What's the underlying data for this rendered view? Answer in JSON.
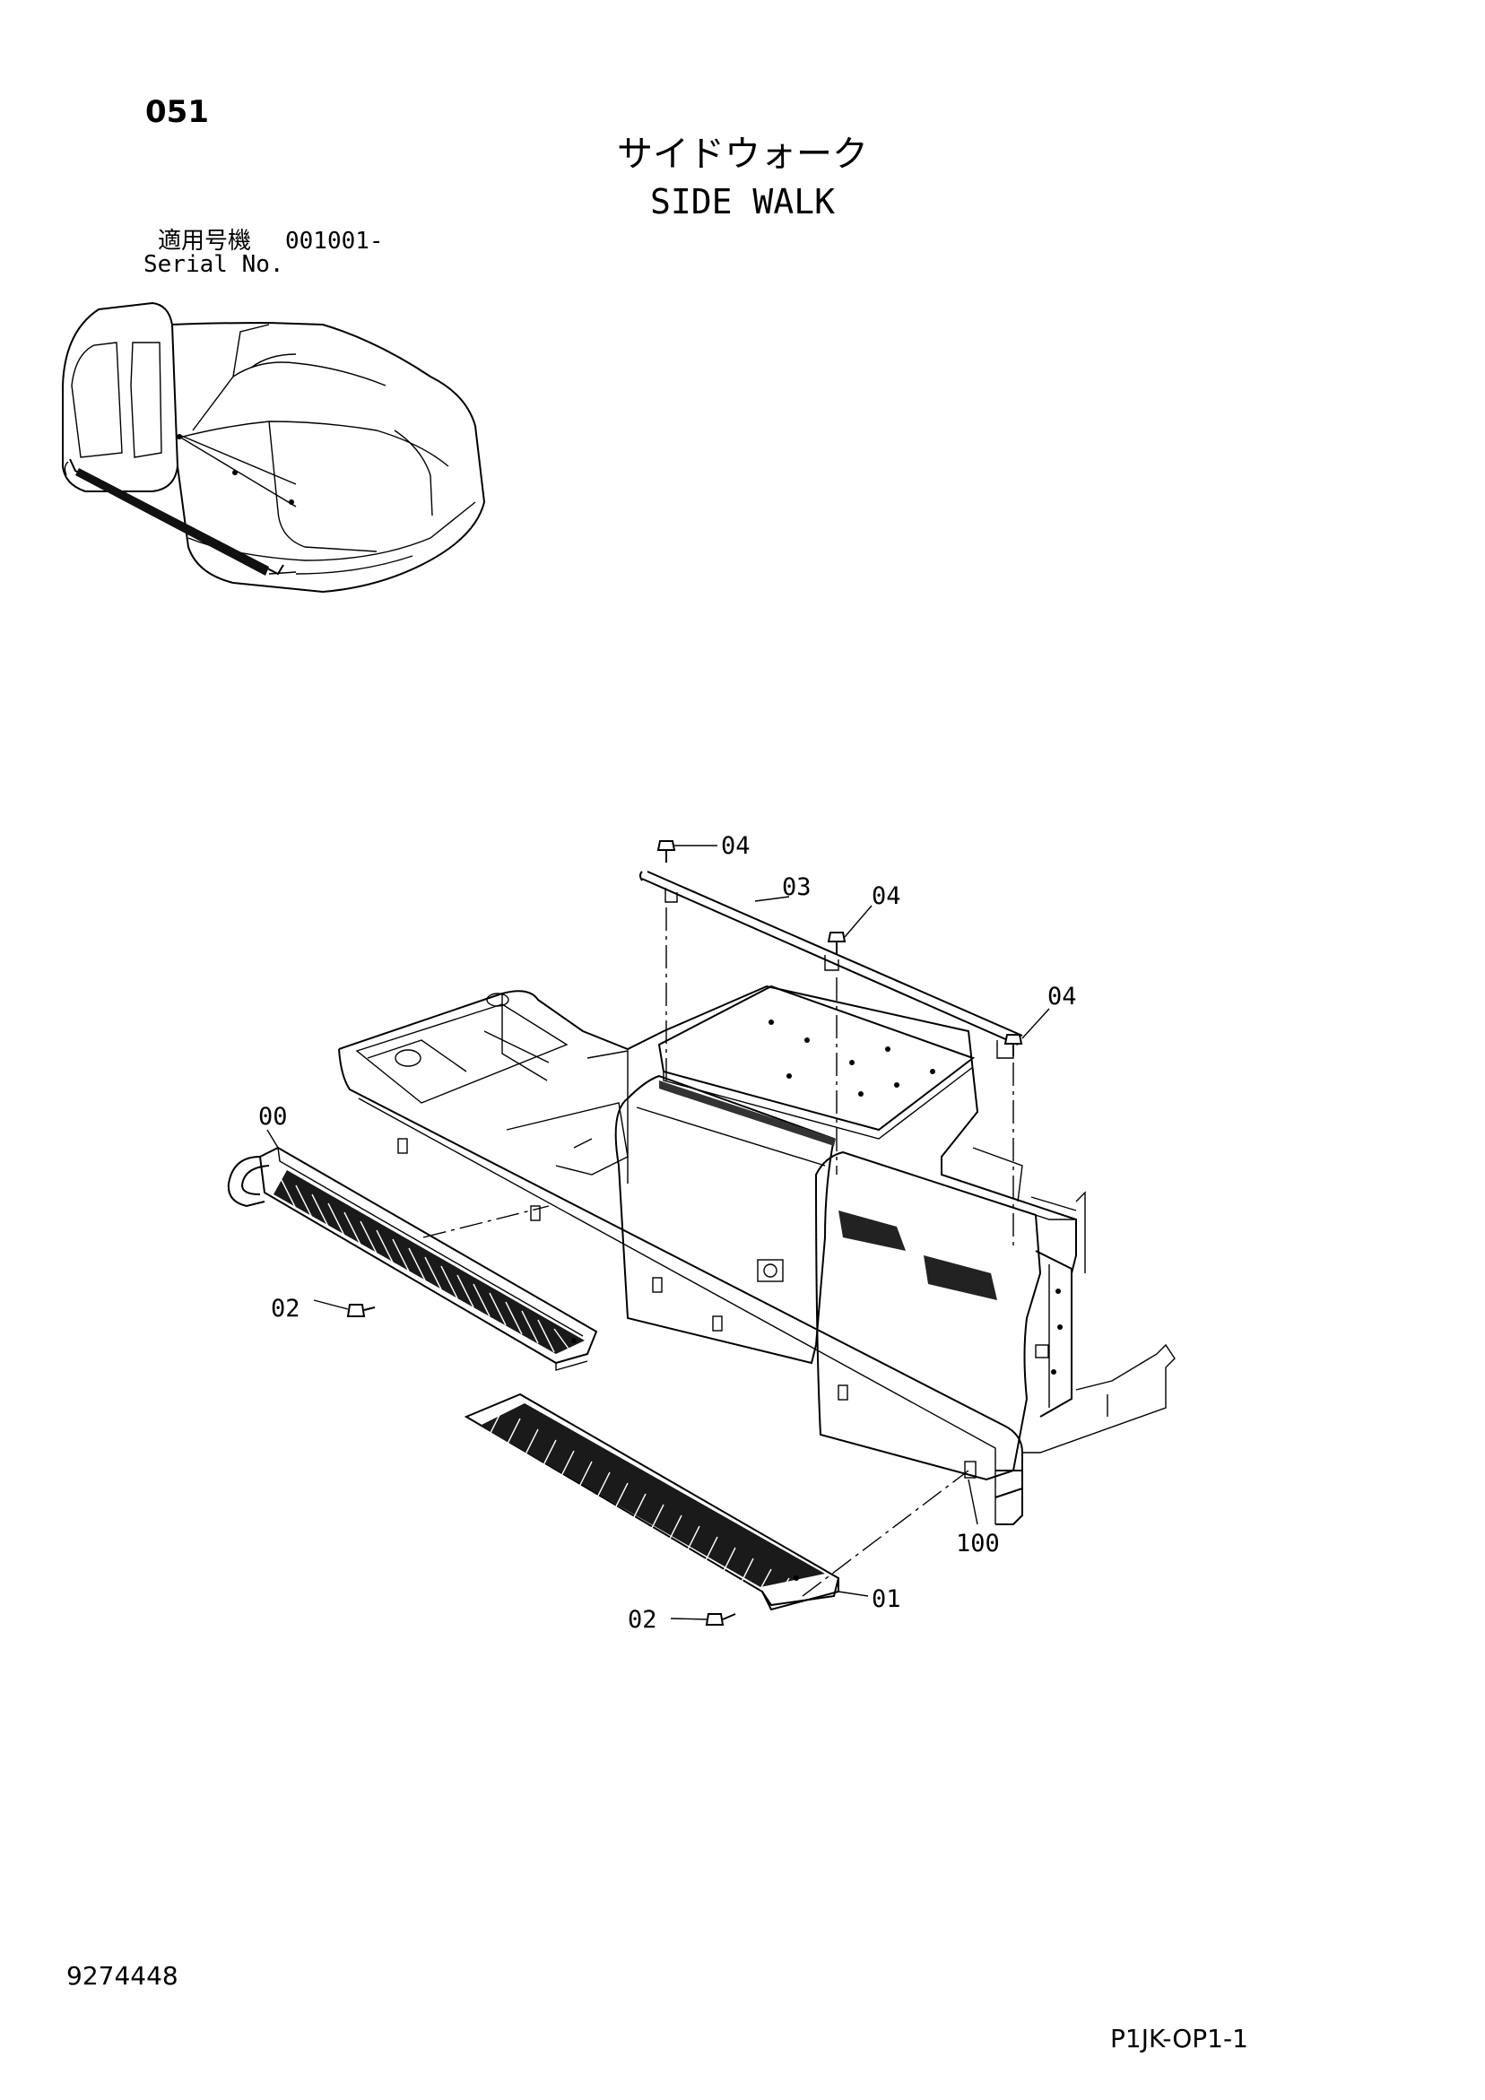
{
  "header": {
    "page_number": "051",
    "title_ja": "サイドウォーク",
    "title_en": "SIDE WALK",
    "serial_label_ja": "適用号機",
    "serial_label_en": "Serial No.",
    "serial_value": "001001-"
  },
  "callouts": [
    {
      "id": "callout-04-a",
      "label": "04"
    },
    {
      "id": "callout-03",
      "label": "03"
    },
    {
      "id": "callout-04-b",
      "label": "04"
    },
    {
      "id": "callout-04-c",
      "label": "04"
    },
    {
      "id": "callout-00",
      "label": "00"
    },
    {
      "id": "callout-02-a",
      "label": "02"
    },
    {
      "id": "callout-100",
      "label": "100"
    },
    {
      "id": "callout-02-b",
      "label": "02"
    },
    {
      "id": "callout-01",
      "label": "01"
    }
  ],
  "footer": {
    "doc_number": "9274448",
    "page_code": "P1JK-OP1-1"
  }
}
